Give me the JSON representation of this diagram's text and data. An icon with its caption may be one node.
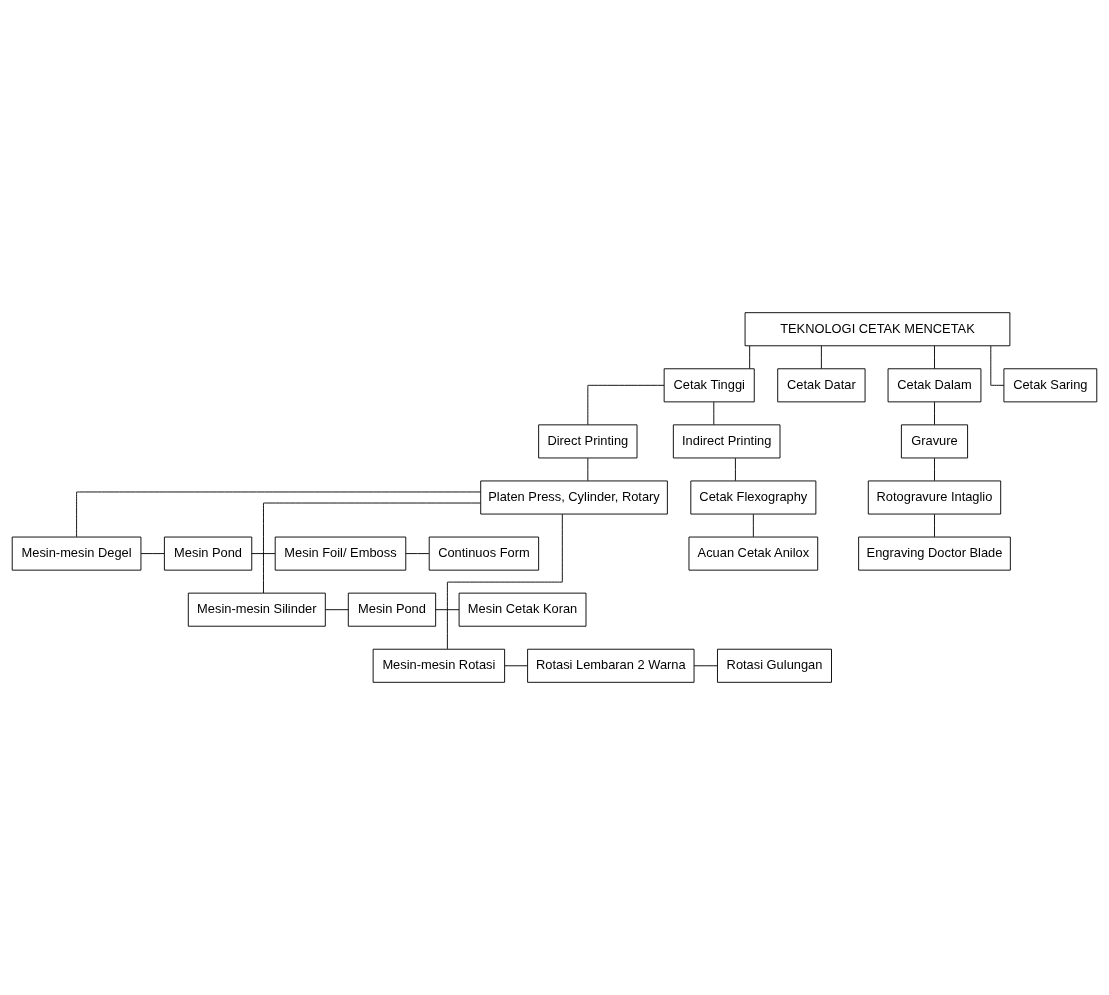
{
  "diagram": {
    "nodes": [
      {
        "text": [
          "TEKNOLOGI CETAK MENCETAK"
        ]
      },
      {
        "text": [
          "Cetak Tinggi"
        ]
      },
      {
        "text": [
          "Cetak Datar"
        ]
      },
      {
        "text": [
          "Cetak Dalam"
        ]
      },
      {
        "text": [
          "Cetak Saring"
        ]
      },
      {
        "text": [
          "Direct Printing"
        ]
      },
      {
        "text": [
          "Indirect Printing"
        ]
      },
      {
        "text": [
          "Gravure"
        ]
      },
      {
        "text": [
          "Platen Press, Cylinder, Rotary"
        ]
      },
      {
        "text": [
          "Cetak Flexography"
        ]
      },
      {
        "text": [
          "Rotogravure Intaglio"
        ]
      },
      {
        "text": [
          "Acuan Cetak Anilox"
        ]
      },
      {
        "text": [
          "Engraving Doctor Blade"
        ]
      },
      {
        "text": [
          "Mesin-mesin Degel"
        ]
      },
      {
        "text": [
          "Mesin Pond"
        ]
      },
      {
        "text": [
          "Mesin Foil/ Emboss"
        ]
      },
      {
        "text": [
          "Continuos Form"
        ]
      },
      {
        "text": [
          "Mesin-mesin Silinder"
        ]
      },
      {
        "text": [
          "Mesin Pond"
        ]
      },
      {
        "text": [
          "Mesin Cetak Koran"
        ]
      },
      {
        "text": [
          "Mesin-mesin Rotasi"
        ]
      },
      {
        "text": [
          "Rotasi Lembaran 2 Warna"
        ]
      },
      {
        "text": [
          "Rotasi Gulungan"
        ]
      }
    ],
    "edges": [
      {
        "from": 0,
        "to": 1,
        "arrow": "none"
      },
      {
        "from": 0,
        "to": 2,
        "arrow": "none"
      },
      {
        "from": 0,
        "to": 3,
        "arrow": "none"
      },
      {
        "from": 0,
        "to": 4,
        "arrow": "none"
      },
      {
        "from": 1,
        "to": 5,
        "arrow": "none"
      },
      {
        "from": 1,
        "to": 6,
        "arrow": "none"
      },
      {
        "from": 3,
        "to": 7,
        "arrow": "none"
      },
      {
        "from": 5,
        "to": 8,
        "arrow": "none"
      },
      {
        "from": 6,
        "to": 9,
        "arrow": "none"
      },
      {
        "from": 7,
        "to": 10,
        "arrow": "none"
      },
      {
        "from": 9,
        "to": 11,
        "arrow": "none"
      },
      {
        "from": 10,
        "to": 12,
        "arrow": "none"
      },
      {
        "from": 8,
        "to": 13,
        "arrow": "none"
      },
      {
        "from": 8,
        "to": 17,
        "arrow": "none"
      },
      {
        "from": 8,
        "to": 20,
        "arrow": "none"
      },
      {
        "from": 13,
        "to": 14,
        "arrow": "none"
      },
      {
        "from": 14,
        "to": 15,
        "arrow": "none"
      },
      {
        "from": 15,
        "to": 16,
        "arrow": "none"
      },
      {
        "from": 17,
        "to": 18,
        "arrow": "none"
      },
      {
        "from": 18,
        "to": 19,
        "arrow": "none"
      },
      {
        "from": 20,
        "to": 21,
        "arrow": "none"
      },
      {
        "from": 21,
        "to": 22,
        "arrow": "none"
      }
    ]
  }
}
